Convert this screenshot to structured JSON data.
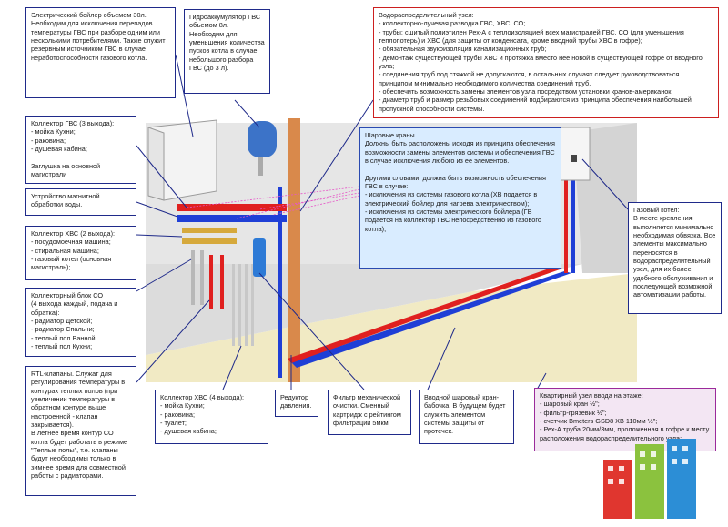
{
  "callouts": {
    "boiler": "Электрический бойлер объемом 30л. Необходим для исключения перепадов температуры ГВС при разборе одним или несколькими потребителями. Также служит резервным источником ГВС в случае неработоспособности газового котла.",
    "accumulator": "Гидроаккумулятор ГВС объемом 8л. Необходим для уменьшения количества пусков котла в случае небольшого разбора ГВС (до 3 л).",
    "distribution": "Водораспределительный узел:\n- коллекторно-лучевая разводка ГВС, ХВС, СО;\n- трубы: сшитый полиэтилен Рех-А с теплоизоляцией всех магистралей ГВС, СО (для уменьшения теплопотерь) и ХВС (для защиты от конденсата, кроме вводной трубы ХВС в гофре);\n- обязательная звукоизоляция канализационных труб;\n- демонтаж существующей трубы ХВС и протяжка вместо нее новой в существующей гофре от вводного узла;\n- соединения труб под стяжкой не допускаются, в остальных случаях следует руководствоваться принципом минимально необходимого количества соединений труб.\n- обеспечить возможность замены элементов узла посредством установки кранов-американок;\n- диаметр труб и размер резьбовых соединений подбираются из принципа обеспечения наибольшей пропускной способности системы.",
    "gvs_collector": "Коллектор ГВС (3 выхода):\n- мойка Кухни;\n- раковина;\n- душевая кабина;\n\nЗаглушка на основной магистрали",
    "magnetic": "Устройство магнитной обработки воды.",
    "hvs_collector2": "Коллектор ХВС (2 выхода):\n- посудомоечная машина;\n- стиральная машина;\n- газовый котел (основная магистраль);",
    "co_block": "Коллекторный блок СО\n(4 выхода каждый, подача и обратка):\n- радиатор Детской;\n- радиатор Спальни;\n- теплый пол Ванной;\n- теплый пол Кухни;",
    "rtl": "RTL-клапаны. Служат для регулирования температуры в контурах теплых полов (при увеличении температуры в обратном контуре выше настроенной - клапан закрывается).\nВ летнее время контур СО котла будет работать в режиме \"Теплые полы\", т.е. клапаны будут необходимы только в зимнее время для совместной работы с радиаторами.",
    "ball_valves": "Шаровые краны.\nДолжны быть расположены исходя из принципа обеспечения возможности замены элементов системы и обеспечения ГВС в случае исключения любого из ее элементов.\n\nДругими словами, должна быть возможность обеспечения ГВС в случае:\n- исключения из системы газового котла (ХВ подается в электрический бойлер для нагрева электричеством);\n- исключения из системы электрического бойлера (ГВ подается на коллектор ГВС непосредственно из газового котла);",
    "gas_boiler": "Газовый котел:\nВ месте крепления выполняется минимально необходимая обвязка. Все элементы максимально переносятся в водораспределительный узел, для их более удобного обслуживания и последующей возможной автоматизации работы.",
    "hvs_collector4": "Коллектор ХВС (4 выхода):\n- мойка Кухни;\n- раковина;\n- туалет;\n- душевая кабина;",
    "reducer": "Редуктор давления.",
    "filter": "Фильтр механической очистки. Сменный картридж с рейтингом фильтрации 5мкм.",
    "inlet_valve": "Вводной шаровый кран-бабочка. В будущем будет служить элементом системы защиты от протечек.",
    "apartment_inlet": "Квартирный узел ввода на этаже:\n- шаровый кран ½\";\n- фильтр-грязевик ½\";\n- счетчик Bmeters GSD8 XB 110мм ½\";\n- Рех-А труба 20мм/3мм, проложенная в гофре к месту расположения водораспределительного узла;"
  },
  "colors": {
    "wall": "#e2e2e2",
    "floor": "#f2ebc2",
    "hot_pipe": "#e0201f",
    "cold_pipe": "#1f3fd6",
    "riser": "#d9894b",
    "callout_border": "#1f2a8a",
    "distribution_border": "#cc1f1f",
    "apartment_border": "#9b2a9b",
    "valve_note_bg": "#d9ecff"
  },
  "icons": [
    "boiler-icon",
    "expansion-tank-icon",
    "gas-boiler-icon",
    "filter-icon",
    "building-logo-icon"
  ]
}
